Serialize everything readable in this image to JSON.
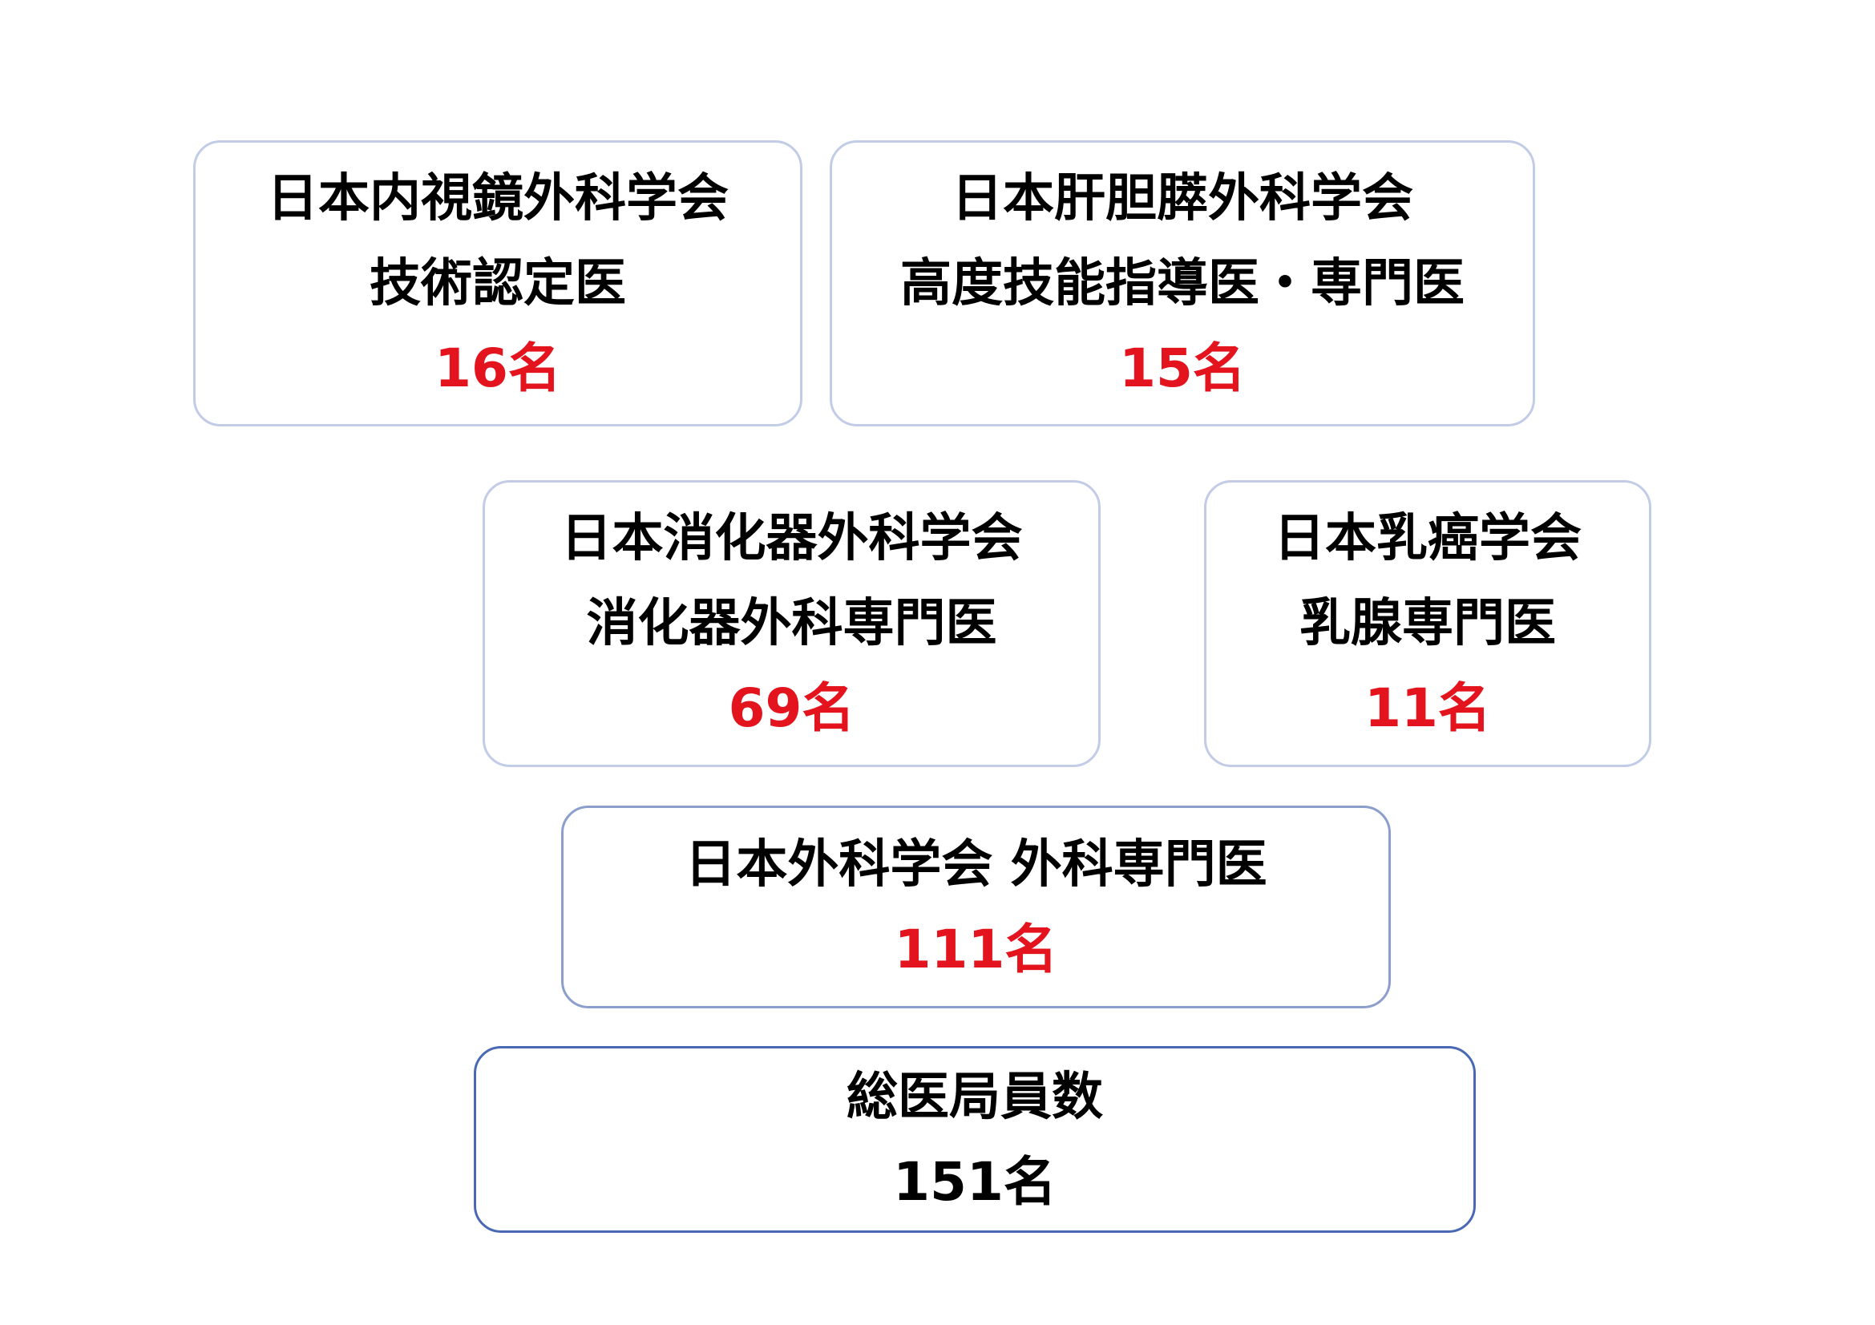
{
  "cards": [
    {
      "lines": [
        "日本内視鏡外科学会",
        "技術認定医"
      ],
      "count": "16名"
    },
    {
      "lines": [
        "日本肝胆膵外科学会",
        "高度技能指導医・専門医"
      ],
      "count": "15名"
    },
    {
      "lines": [
        "日本消化器外科学会",
        "消化器外科専門医"
      ],
      "count": "69名"
    },
    {
      "lines": [
        "日本乳癌学会",
        "乳腺専門医"
      ],
      "count": "11名"
    },
    {
      "lines": [
        "日本外科学会 外科専門医"
      ],
      "count": "111名"
    },
    {
      "lines": [
        "総医局員数"
      ],
      "count": "151名"
    }
  ],
  "colors": {
    "count_highlight": "#e3141e",
    "count_total": "#000000",
    "border_light": "#c2cce6",
    "border_medium": "#8c9fcc",
    "border_strong": "#4a69b4"
  }
}
